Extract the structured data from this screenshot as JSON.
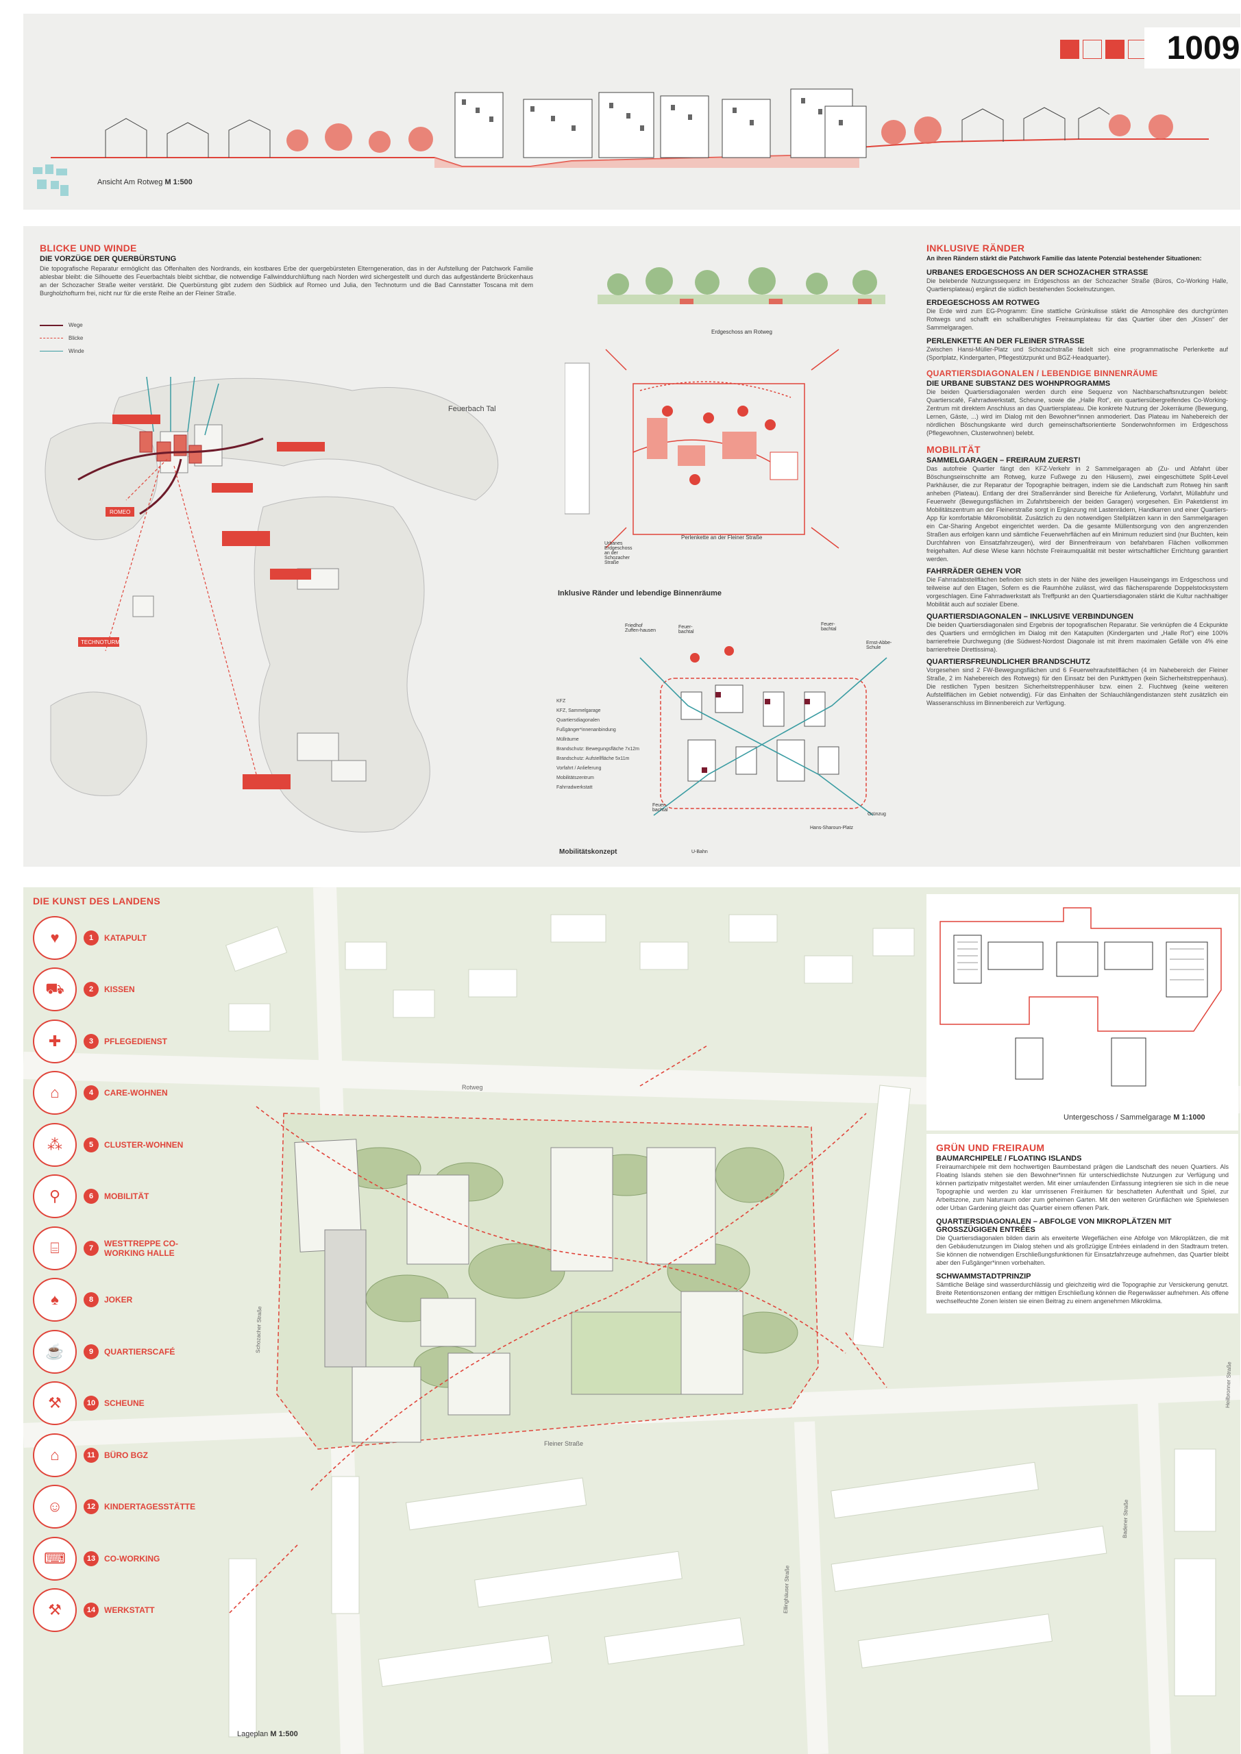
{
  "header": {
    "progress_squares": [
      true,
      false,
      true,
      false,
      false,
      false
    ],
    "board_number": "1009",
    "elevation_caption_prefix": "Ansicht Am Rotweg",
    "elevation_caption_scale": "M 1:500"
  },
  "blicke": {
    "title": "BLICKE UND WINDE",
    "subtitle": "DIE VORZÜGE DER QUERBÜRSTUNG",
    "body": "Die topografische Reparatur ermöglicht das Offenhalten des Nordrands, ein kostbares Erbe der quergebürsteten Elterngeneration, das in der Aufstellung der Patchwork Familie ablesbar bleibt: die Silhouette des Feuerbachtals bleibt sichtbar, die notwendige Fallwinddurchlüftung nach Norden wird sichergestellt und durch das aufgeständerte Brückenhaus an der Schozacher Straße weiter verstärkt. Die Querbürstung gibt zudem den Südblick auf Romeo und Julia, den Technoturm und die Bad Cannstatter Toscana mit dem Burgholzhofturm frei, nicht nur für die erste Reihe an der Fleiner Straße.",
    "legend": [
      "Wege",
      "Blicke",
      "Winde"
    ],
    "map_labels": {
      "feuerbach": "Feuerbach Tal",
      "technoturm": "TECHNOTURM",
      "romeo": "ROMEO"
    }
  },
  "center": {
    "erdgeschoss_caption": "Erdgeschoss am Rotweg",
    "side_label": "Urbanes Erdgeschoss an der Schozacher Straße",
    "perlenkette_caption": "Perlenkette an der Fleiner Straße",
    "raender_caption": "Inklusive Ränder und lebendige Binnenräume",
    "mobil_caption": "Mobilitätskonzept",
    "mobil_legend": [
      "KFZ",
      "KFZ, Sammelgarage",
      "Quartiersdiagonalen",
      "Fußgänger*innenanbindung",
      "Müllräume",
      "Brandschutz: Bewegungsfläche 7x12m",
      "Brandschutz: Aufstellfläche 5x11m",
      "Vorfahrt / Anlieferung",
      "Mobilitätszentrum",
      "Fahrradwerkstatt"
    ],
    "mobil_places": {
      "friedhof": "Friedhof Zuffen-hausen",
      "feuerbachtal_1": "Feuer-bachtal",
      "feuerbachtal_2": "Feuer-bachtal",
      "ernst": "Ernst-Abbe-Schule",
      "feuerbachtal_3": "Feuer-bachtal",
      "gruenzug": "Grünzug",
      "hans": "Hans-Sharoun-Platz",
      "ubahn": "U-Bahn"
    }
  },
  "right": {
    "s1_title": "INKLUSIVE RÄNDER",
    "s1_intro": "An ihren Rändern stärkt die Patchwork Familie das latente Potenzial bestehender Situationen:",
    "s1a_head": "URBANES ERDGESCHOSS AN DER SCHOZACHER STRASSE",
    "s1a_body": "Die belebende Nutzungssequenz im Erdgeschoss an der Schozacher Straße (Büros, Co-Working Halle, Quartiersplateau) ergänzt die südlich bestehenden Sockelnutzungen.",
    "s1b_head": "ERDEGESCHOSS AM ROTWEG",
    "s1b_body": "Die Erde wird zum EG-Programm: Eine stattliche Grünkulisse stärkt die Atmosphäre des durchgrünten Rotwegs und schafft ein schallberuhigtes Freiraumplateau für das Quartier über den „Kissen“ der Sammelgaragen.",
    "s1c_head": "PERLENKETTE AN DER FLEINER STRASSE",
    "s1c_body": "Zwischen Hansi-Müller-Platz und Schozachstraße fädelt sich eine programmatische Perlenkette auf (Sportplatz, Kindergarten, Pflegestützpunkt und BGZ-Headquarter).",
    "s2_title": "QUARTIERSDIAGONALEN / LEBENDIGE BINNENRÄUME",
    "s2_head": "DIE URBANE SUBSTANZ DES WOHNPROGRAMMS",
    "s2_body": "Die beiden Quartiersdiagonalen werden durch eine Sequenz von Nachbarschaftsnutzungen belebt: Quartierscafé, Fahrradwerkstatt, Scheune, sowie die „Halle Rot“, ein quartiersübergreifendes Co-Working-Zentrum mit direktem Anschluss an das Quartiersplateau. Die konkrete Nutzung der Jokerräume (Bewegung, Lernen, Gäste, ...) wird im Dialog mit den Bewohner*innen anmoderiert. Das Plateau im Nahebereich der nördlichen Böschungskante wird durch gemeinschaftsorientierte Sonderwohnformen im Erdgeschoss (Pflegewohnen, Clusterwohnen) belebt.",
    "s3_title": "MOBILITÄT",
    "s3_head": "SAMMELGARAGEN – FREIRAUM ZUERST!",
    "s3_body": "Das autofreie Quartier fängt den KFZ-Verkehr in 2 Sammelgaragen ab (Zu- und Abfahrt über Böschungseinschnitte am Rotweg, kurze Fußwege zu den Häusern), zwei eingeschüttete Split-Level Parkhäuser, die zur Reparatur der Topographie beitragen, indem sie die Landschaft zum Rotweg hin sanft anheben (Plateau). Entlang der drei Straßenränder sind Bereiche für Anlieferung, Vorfahrt, Müllabfuhr und Feuerwehr (Bewegungsflächen im Zufahrtsbereich der beiden Garagen) vorgesehen. Ein Paketdienst im Mobilitätszentrum an der Fleinerstraße sorgt in Ergänzung mit Lastenrädern, Handkarren und einer Quartiers-App für komfortable Mikromobilität. Zusätzlich zu den notwendigen Stellplätzen kann in den Sammelgaragen ein Car-Sharing Angebot eingerichtet werden. Da die gesamte Müllentsorgung von den angrenzenden Straßen aus erfolgen kann und sämtliche Feuerwehrflächen auf ein Minimum reduziert sind (nur Buchten, kein Durchfahren von Einsatzfahrzeugen), wird der Binnenfreiraum von befahrbaren Flächen vollkommen freigehalten. Auf diese Wiese kann höchste Freiraumqualität mit bester wirtschaftlicher Errichtung garantiert werden.",
    "s3a_head": "FAHRRÄDER GEHEN VOR",
    "s3a_body": "Die Fahrradabstellflächen befinden sich stets in der Nähe des jeweiligen Hauseingangs im Erdgeschoss und teilweise auf den Etagen, Sofern es die Raumhöhe zulässt, wird das flächensparende Doppelstocksystem vorgeschlagen. Eine Fahrradwerkstatt als Treffpunkt an den Quartiersdiagonalen stärkt die Kultur nachhaltiger Mobilität auch auf sozialer Ebene.",
    "s3b_head": "QUARTIERSDIAGONALEN – INKLUSIVE VERBINDUNGEN",
    "s3b_body": "Die beiden Quartiersdiagonalen sind Ergebnis der topografischen Reparatur. Sie verknüpfen die 4 Eckpunkte des Quartiers und ermöglichen im Dialog mit den Katapulten (Kindergarten und „Halle Rot“) eine 100% barrierefreie Durchwegung (die Südwest-Nordost Diagonale ist mit ihrem maximalen Gefälle von 4% eine barrierefreie Direttissima).",
    "s3c_head": "QUARTIERSFREUNDLICHER BRANDSCHUTZ",
    "s3c_body": "Vorgesehen sind 2 FW-Bewegungsflächen und 6 Feuerwehraufstellflächen (4 im Nahebereich der Fleiner Straße, 2 im Nahebereich des Rotwegs) für den Einsatz bei den Punkttypen (kein Sicherheitstreppenhaus). Die restlichen Typen besitzen Sicherheitstreppenhäuser bzw. einen 2. Fluchtweg (keine weiteren Aufstellflächen im Gebiet notwendig). Für das Einhalten der Schlauchlängendistanzen steht zusätzlich ein Wasseranschluss im Binnenbereich zur Verfügung."
  },
  "kunst": {
    "title": "DIE KUNST DES LANDENS",
    "items": [
      {
        "n": "1",
        "label": "KATAPULT",
        "icon": "heart-hand-icon",
        "glyph": "♥"
      },
      {
        "n": "2",
        "label": "KISSEN",
        "icon": "car-cushion-icon",
        "glyph": "⛟"
      },
      {
        "n": "3",
        "label": "PFLEGEDIENST",
        "icon": "cross-icon",
        "glyph": "✚"
      },
      {
        "n": "4",
        "label": "CARE-WOHNEN",
        "icon": "house-hand-icon",
        "glyph": "⌂"
      },
      {
        "n": "5",
        "label": "CLUSTER-WOHNEN",
        "icon": "cluster-icon",
        "glyph": "⁂"
      },
      {
        "n": "6",
        "label": "MOBILITÄT",
        "icon": "cargo-bike-icon",
        "glyph": "⚲"
      },
      {
        "n": "7",
        "label": "WESTTREPPE CO-WORKING HALLE",
        "icon": "stairs-icon",
        "glyph": "⌸"
      },
      {
        "n": "8",
        "label": "JOKER",
        "icon": "joker-card-icon",
        "glyph": "♠"
      },
      {
        "n": "9",
        "label": "QUARTIERSCAFÉ",
        "icon": "cafe-icon",
        "glyph": "☕"
      },
      {
        "n": "10",
        "label": "SCHEUNE",
        "icon": "rake-icon",
        "glyph": "⚒"
      },
      {
        "n": "11",
        "label": "BÜRO BGZ",
        "icon": "office-icon",
        "glyph": "⌂"
      },
      {
        "n": "12",
        "label": "KINDERTAGESSTÄTTE",
        "icon": "children-icon",
        "glyph": "☺"
      },
      {
        "n": "13",
        "label": "CO-WORKING",
        "icon": "coworking-icon",
        "glyph": "⌨"
      },
      {
        "n": "14",
        "label": "WERKSTATT",
        "icon": "tools-icon",
        "glyph": "⚒"
      }
    ]
  },
  "siteplan": {
    "caption_prefix": "Lageplan",
    "caption_scale": "M 1:500",
    "street_rotweg": "Rotweg",
    "street_fleiner": "Fleiner Straße",
    "street_schozacher": "Schozacher Straße",
    "street_ellinghaeuser": "Ellinghäuser Straße",
    "street_heilbronner": "Heilbronner Straße",
    "street_badener": "Badener Straße",
    "garage_caption_prefix": "Untergeschoss / Sammelgarage",
    "garage_caption_scale": "M 1:1000",
    "g_title": "GRÜN UND FREIRAUM",
    "g_head": "BAUMARCHIPELE / FLOATING ISLANDS",
    "g_body": "Freiraumarchipele mit dem hochwertigen Baumbestand prägen die Landschaft des neuen Quartiers. Als Floating Islands stehen sie den Bewohner*innen für unterschiedlichste Nutzungen zur Verfügung und können partizipativ mitgestaltet werden. Mit einer umlaufenden Einfassung integrieren sie sich in die neue Topographie und werden zu klar umrissenen Freiräumen für beschatteten Aufenthalt und Spiel, zur Arbeitszone, zum Naturraum oder zum geheimen Garten. Mit den weiteren Grünflächen wie Spielwiesen oder Urban Gardening gleicht das Quartier einem offenen Park.",
    "g2_head": "QUARTIERSDIAGONALEN – ABFOLGE VON MIKROPLÄTZEN MIT GROSSZÜGIGEN ENTRÉES",
    "g2_body": "Die Quartiersdiagonalen bilden darin als erweiterte Wegeflächen eine Abfolge von Mikroplätzen, die mit den Gebäudenutzungen im Dialog stehen und als großzügige Entrées einladend in den Stadtraum treten. Sie können die notwendigen Erschließungsfunktionen für Einsatzfahrzeuge aufnehmen, das Quartier bleibt aber den Fußgänger*innen vorbehalten.",
    "g3_head": "SCHWAMMSTADTPRINZIP",
    "g3_body": "Sämtliche Beläge sind wasserdurchlässig und gleichzeitig wird die Topographie zur Versickerung genutzt. Breite Retentionszonen entlang der mittigen Erschließung können die Regenwässer aufnehmen. Als offene wechselfeuchte Zonen leisten sie einen Beitrag zu einem angenehmen Mikroklima."
  }
}
